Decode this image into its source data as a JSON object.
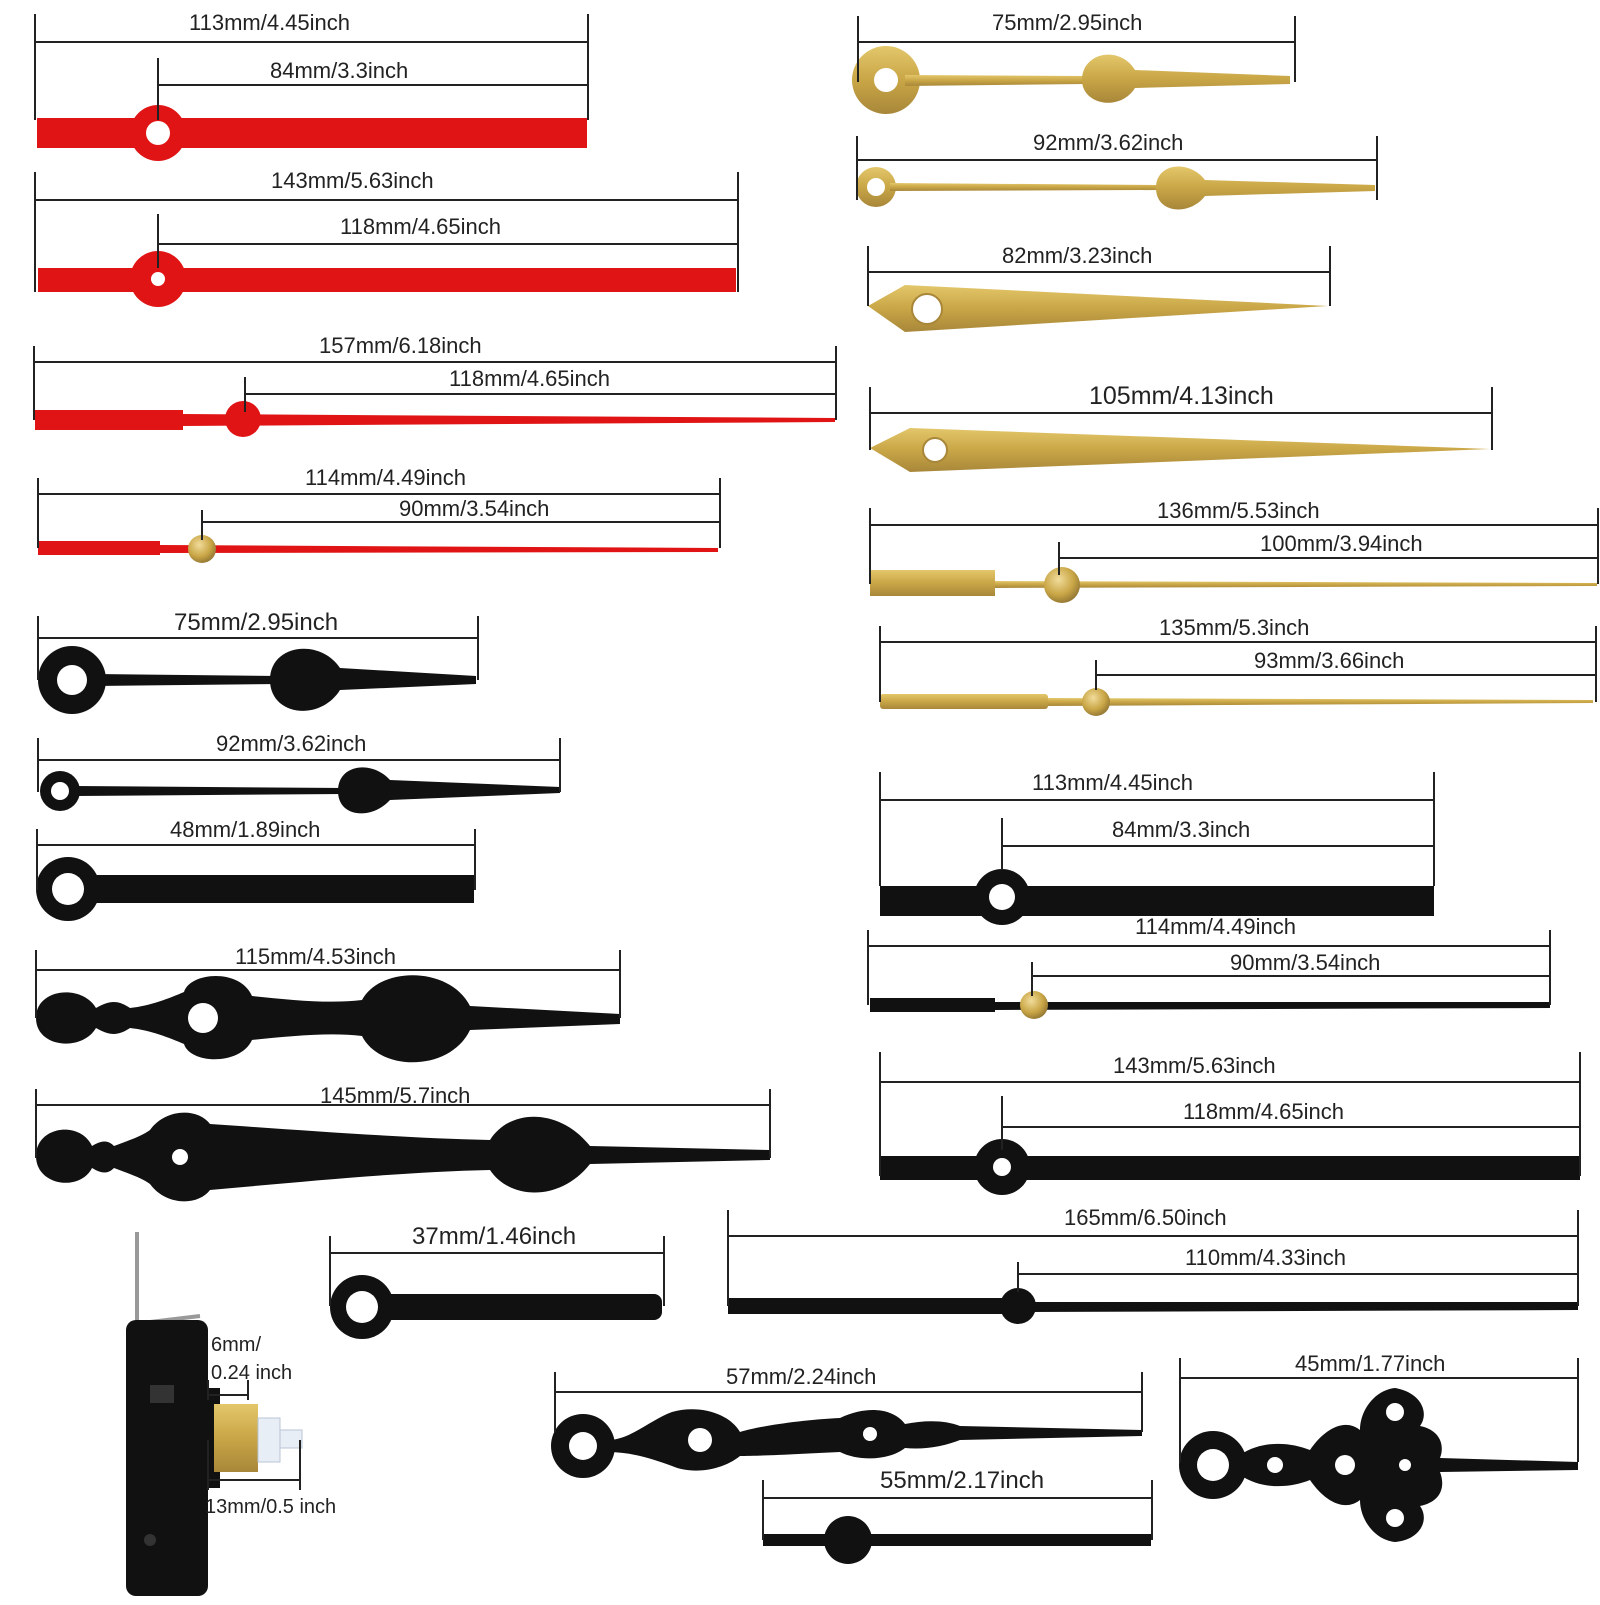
{
  "colors": {
    "red": "#e01414",
    "gold": "#c9a646",
    "black": "#111111",
    "line": "#222222"
  },
  "hands": {
    "red": [
      {
        "total": "113mm/4.45inch",
        "short": "84mm/3.3inch"
      },
      {
        "total": "143mm/5.63inch",
        "short": "118mm/4.65inch"
      },
      {
        "total": "157mm/6.18inch",
        "short": "118mm/4.65inch"
      },
      {
        "total": "114mm/4.49inch",
        "short": "90mm/3.54inch"
      }
    ],
    "gold": [
      {
        "total": "75mm/2.95inch"
      },
      {
        "total": "92mm/3.62inch"
      },
      {
        "total": "82mm/3.23inch"
      },
      {
        "total": "105mm/4.13inch"
      },
      {
        "total": "136mm/5.53inch",
        "short": "100mm/3.94inch"
      },
      {
        "total": "135mm/5.3inch",
        "short": "93mm/3.66inch"
      }
    ],
    "black": [
      {
        "total": "75mm/2.95inch"
      },
      {
        "total": "92mm/3.62inch"
      },
      {
        "total": "48mm/1.89inch"
      },
      {
        "total": "115mm/4.53inch"
      },
      {
        "total": "145mm/5.7inch"
      },
      {
        "total": "113mm/4.45inch",
        "short": "84mm/3.3inch"
      },
      {
        "total": "114mm/4.49inch",
        "short": "90mm/3.54inch"
      },
      {
        "total": "143mm/5.63inch",
        "short": "118mm/4.65inch"
      },
      {
        "total": "37mm/1.46inch"
      },
      {
        "total": "165mm/6.50inch",
        "short": "110mm/4.33inch"
      },
      {
        "total": "57mm/2.24inch"
      },
      {
        "total": "45mm/1.77inch"
      },
      {
        "total": "55mm/2.17inch"
      }
    ]
  },
  "movement": {
    "shaft_diameter": "6mm/",
    "shaft_diameter_inch": "0.24 inch",
    "shaft_length": "13mm/0.5 inch"
  }
}
